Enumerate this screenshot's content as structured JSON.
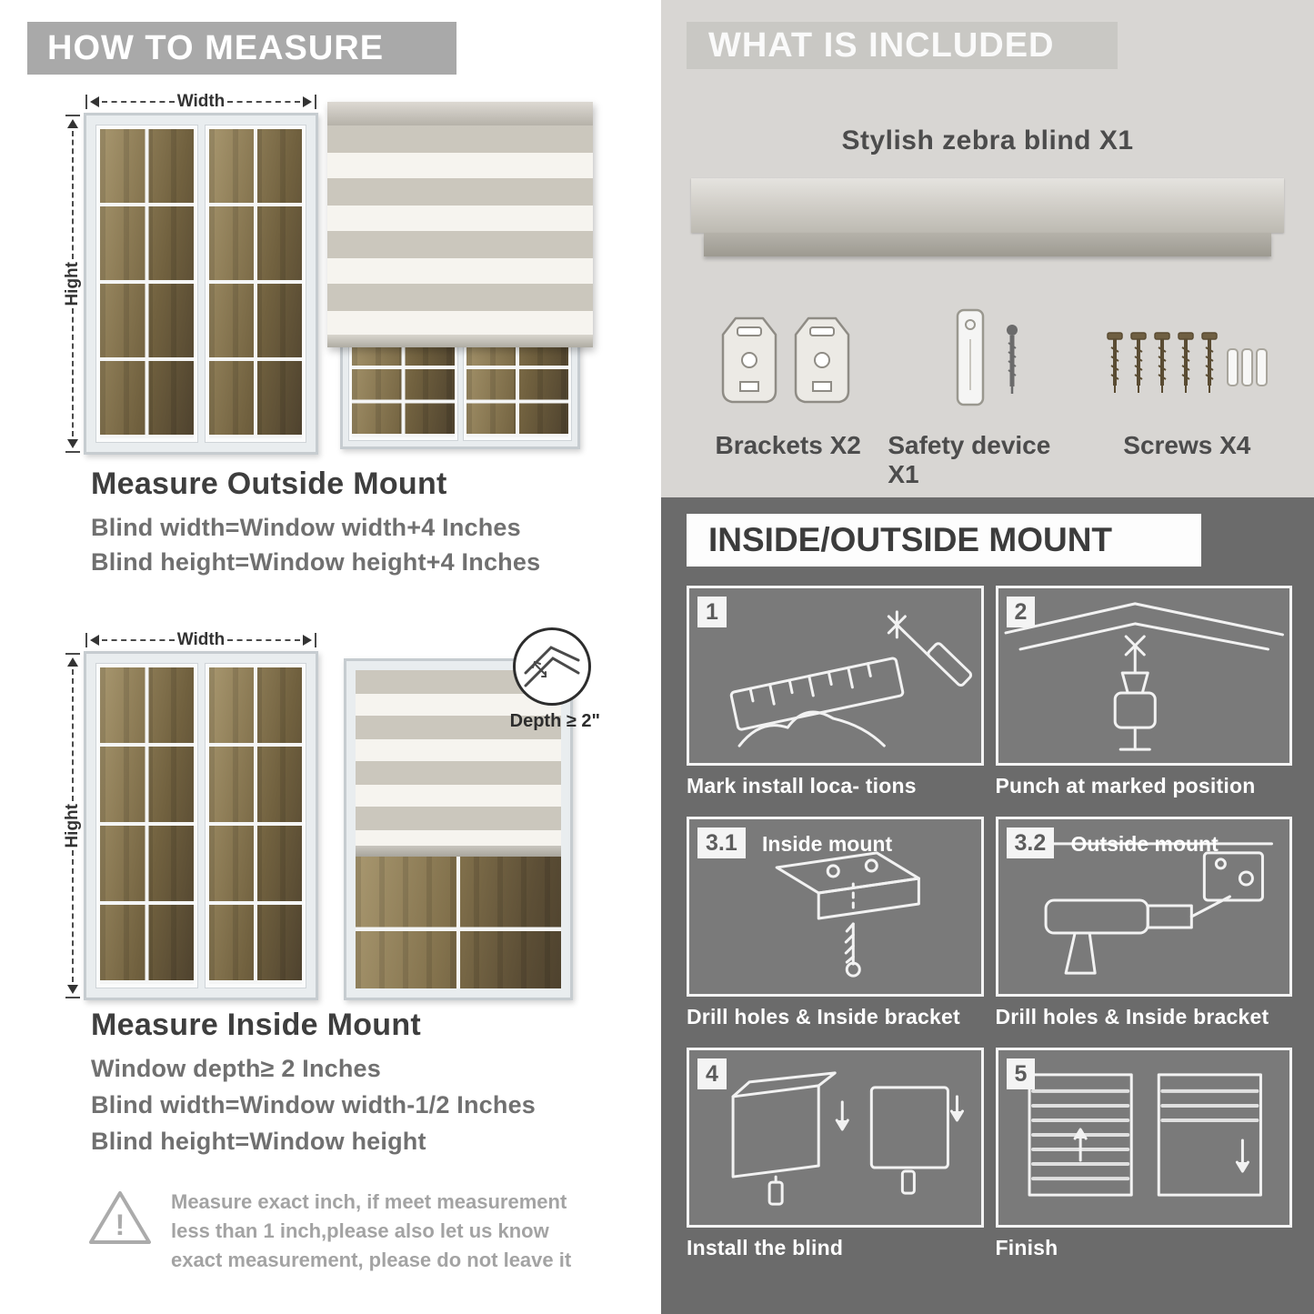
{
  "measure": {
    "banner": "HOW TO MEASURE",
    "width_label": "Width",
    "height_label": "Hight",
    "outside": {
      "heading": "Measure Outside Mount",
      "lines": [
        "Blind width=Window width+4 Inches",
        "Blind height=Window height+4 Inches"
      ]
    },
    "inside": {
      "heading": "Measure Inside Mount",
      "depth_label": "Depth ≥ 2\"",
      "lines": [
        "Window depth≥ 2 Inches",
        "Blind width=Window width-1/2 Inches",
        "Blind height=Window height"
      ]
    },
    "warning_mark": "!",
    "warning_text": "Measure exact inch, if meet measurement less than 1 inch,please also let us know exact measurement, please do not leave it"
  },
  "included": {
    "banner": "WHAT IS INCLUDED",
    "title": "Stylish zebra blind X1",
    "items": [
      {
        "label": "Brackets X2"
      },
      {
        "label": "Safety device X1"
      },
      {
        "label": "Screws X4"
      }
    ]
  },
  "mount": {
    "banner": "INSIDE/OUTSIDE MOUNT",
    "steps": [
      {
        "num": "1",
        "label": "",
        "caption": "Mark install loca- tions"
      },
      {
        "num": "2",
        "label": "",
        "caption": "Punch at  marked position"
      },
      {
        "num": "3.1",
        "label": "Inside mount",
        "caption": "Drill holes &  Inside bracket"
      },
      {
        "num": "3.2",
        "label": "Outside mount",
        "caption": "Drill holes &  Inside bracket"
      },
      {
        "num": "4",
        "label": "",
        "caption": "Install the blind"
      },
      {
        "num": "5",
        "label": "",
        "caption": "Finish"
      }
    ]
  },
  "colors": {
    "measure_banner_bg": "#a9a9a9",
    "included_section_bg": "#d8d6d3",
    "included_banner_bg": "#c9c8c4",
    "mount_section_bg": "#6b6b6b",
    "heading_text": "#3e3e3e",
    "body_text": "#707070",
    "stripe_gray": "#cbc7bd",
    "stripe_cream": "#f6f4ef"
  }
}
